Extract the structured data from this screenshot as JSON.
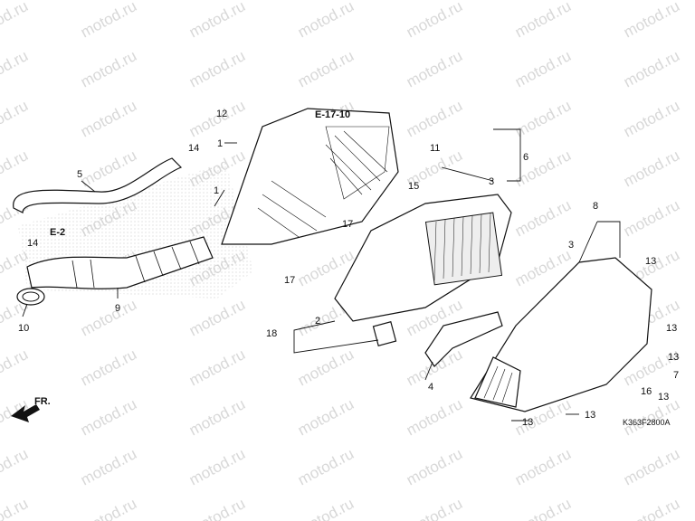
{
  "watermark": "motod.ru",
  "figure_code": "K363F2800A",
  "direction_label": "FR.",
  "refs": {
    "e17": "E-17-10",
    "e2": "E-2"
  },
  "callouts": [
    "1",
    "1",
    "2",
    "3",
    "3",
    "4",
    "5",
    "6",
    "7",
    "8",
    "9",
    "10",
    "11",
    "12",
    "13",
    "13",
    "13",
    "13",
    "13",
    "13",
    "14",
    "14",
    "15",
    "16",
    "17",
    "17",
    "18"
  ]
}
